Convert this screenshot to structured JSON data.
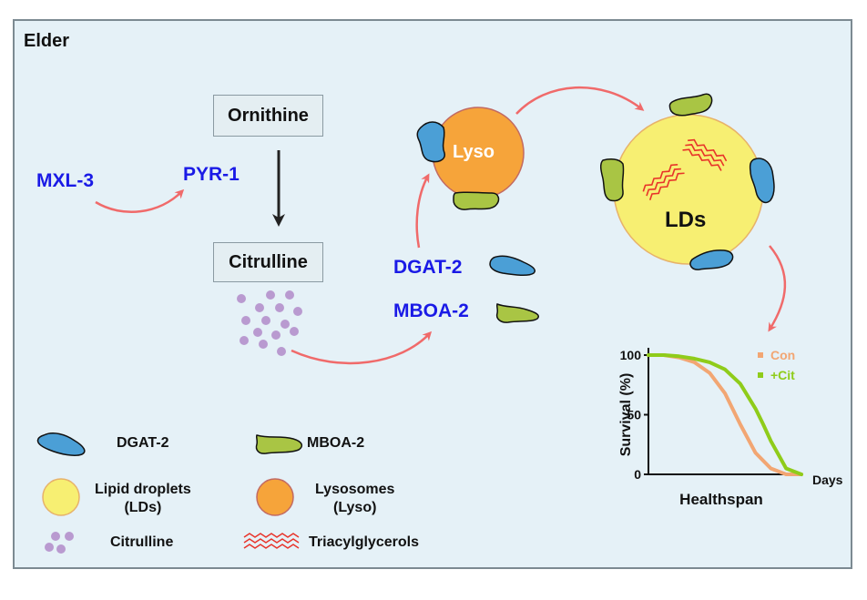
{
  "panel": {
    "title": "Elder"
  },
  "pathway": {
    "ornithine": "Ornithine",
    "citrulline": "Citrulline",
    "mxl3": "MXL-3",
    "pyr1": "PYR-1",
    "dgat2": "DGAT-2",
    "mboa2": "MBOA-2",
    "lyso": "Lyso",
    "lds": "LDs"
  },
  "legend": {
    "dgat2": "DGAT-2",
    "mboa2": "MBOA-2",
    "lipid_droplets_line1": "Lipid droplets",
    "lipid_droplets_line2": "(LDs)",
    "lysosomes_line1": "Lysosomes",
    "lysosomes_line2": "(Lyso)",
    "citrulline": "Citrulline",
    "triacylglycerols": "Triacylglycerols"
  },
  "colors": {
    "blue_text": "#1a1ae6",
    "arrow_red": "#f06a6a",
    "lipid_droplet": "#f7ef72",
    "lysosome": "#f6a43a",
    "dgat2_protein": "#4b9fd6",
    "mboa2_protein": "#a9c544",
    "citrulline_dot": "#b99ad0",
    "con_line": "#f2a673",
    "cit_line": "#8fcc1a"
  },
  "chart_data": {
    "type": "line",
    "title": "",
    "xlabel": "Healthspan",
    "x_unit": "Days",
    "ylabel": "Survival (%)",
    "ylim": [
      0,
      100
    ],
    "yticks": [
      "0",
      "50",
      "100"
    ],
    "legend_position": "top-right",
    "series": [
      {
        "name": "Con",
        "x": [
          0,
          10,
          20,
          30,
          40,
          50,
          60,
          65,
          70,
          80,
          90,
          100
        ],
        "y": [
          100,
          100,
          98,
          94,
          85,
          68,
          42,
          30,
          18,
          5,
          0,
          0
        ]
      },
      {
        "name": "+Cit",
        "x": [
          0,
          10,
          20,
          30,
          40,
          50,
          60,
          70,
          75,
          80,
          90,
          100
        ],
        "y": [
          100,
          100,
          99,
          97,
          94,
          88,
          76,
          55,
          42,
          28,
          5,
          0
        ]
      }
    ]
  }
}
